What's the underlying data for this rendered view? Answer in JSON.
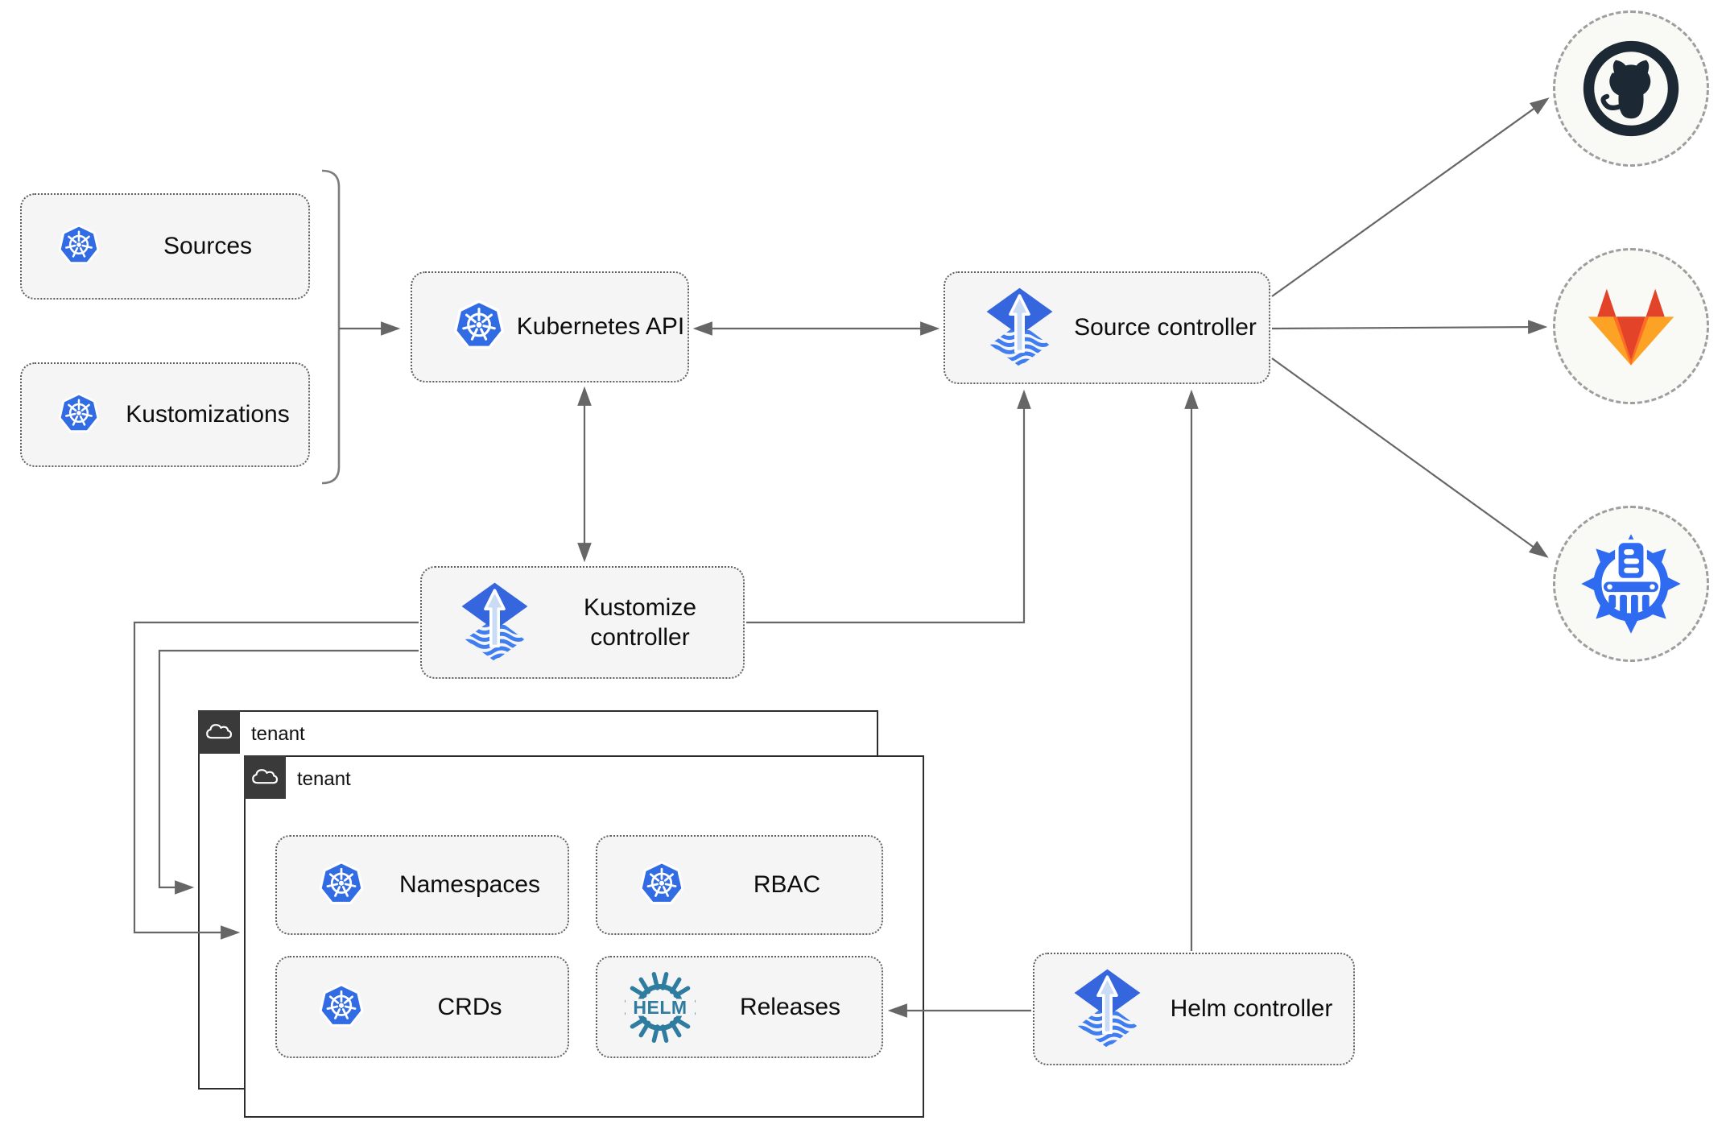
{
  "nodes": {
    "sources": {
      "label": "Sources",
      "icon": "kubernetes-icon"
    },
    "kustomizations": {
      "label": "Kustomizations",
      "icon": "kubernetes-icon"
    },
    "kubernetes_api": {
      "label": "Kubernetes API",
      "icon": "kubernetes-icon"
    },
    "source_controller": {
      "label": "Source controller",
      "icon": "flux-icon"
    },
    "kustomize_controller": {
      "label": "Kustomize controller",
      "icon": "flux-icon"
    },
    "helm_controller": {
      "label": "Helm controller",
      "icon": "flux-icon"
    },
    "namespaces": {
      "label": "Namespaces",
      "icon": "kubernetes-icon"
    },
    "rbac": {
      "label": "RBAC",
      "icon": "kubernetes-icon"
    },
    "crds": {
      "label": "CRDs",
      "icon": "kubernetes-icon"
    },
    "releases": {
      "label": "Releases",
      "icon": "helm-icon"
    }
  },
  "clusters": {
    "tenant_back": {
      "label": "tenant",
      "icon": "cloud-icon"
    },
    "tenant_front": {
      "label": "tenant",
      "icon": "cloud-icon"
    }
  },
  "remotes": [
    {
      "name": "github",
      "icon": "github-icon"
    },
    {
      "name": "gitlab",
      "icon": "gitlab-icon"
    },
    {
      "name": "helm-repository",
      "icon": "helm-repository-icon"
    }
  ],
  "helm_logo_text": "HELM",
  "edges": [
    {
      "from": "sources+kustomizations",
      "to": "kubernetes_api",
      "style": "arrow"
    },
    {
      "from": "kubernetes_api",
      "to": "source_controller",
      "style": "bidirectional"
    },
    {
      "from": "kubernetes_api",
      "to": "kustomize_controller",
      "style": "bidirectional"
    },
    {
      "from": "kustomize_controller",
      "to": "source_controller",
      "style": "arrow"
    },
    {
      "from": "helm_controller",
      "to": "source_controller",
      "style": "arrow"
    },
    {
      "from": "helm_controller",
      "to": "releases",
      "style": "arrow"
    },
    {
      "from": "kustomize_controller",
      "to": "tenant_front",
      "style": "arrow"
    },
    {
      "from": "kustomize_controller",
      "to": "tenant_back",
      "style": "arrow"
    },
    {
      "from": "source_controller",
      "to": "github",
      "style": "arrow"
    },
    {
      "from": "source_controller",
      "to": "gitlab",
      "style": "arrow"
    },
    {
      "from": "source_controller",
      "to": "helm-repository",
      "style": "arrow"
    }
  ],
  "colors": {
    "kubernetes_blue": "#326ce5",
    "flux_diamond_blue": "#3566dd",
    "flux_wave_blue": "#3f7df0",
    "flux_arrow_light": "#cadbf5",
    "helm_teal": "#2e7c9f",
    "github_dark": "#1c2833",
    "gitlab_red": "#e24329",
    "gitlab_orange": "#fc6d26",
    "gitlab_yellow": "#fca326",
    "registry_blue": "#2f6bf0",
    "node_fill": "#f5f5f5",
    "arrow_gray": "#666666",
    "tenant_header_dark": "#3a3a3a"
  }
}
